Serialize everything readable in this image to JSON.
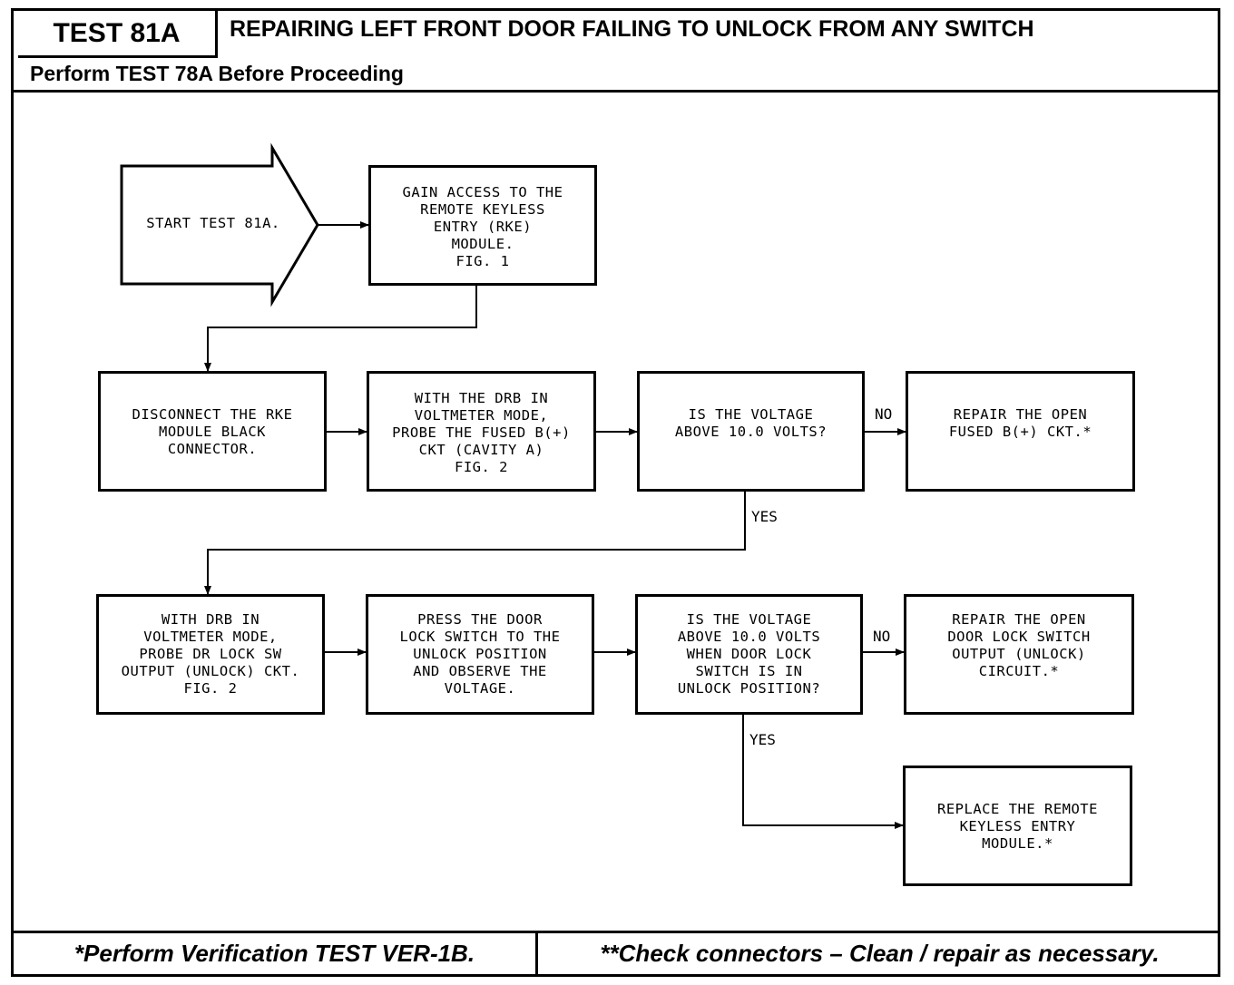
{
  "header": {
    "test_id": "TEST 81A",
    "title": "REPAIRING LEFT FRONT DOOR FAILING TO UNLOCK FROM ANY SWITCH",
    "subtitle": "Perform TEST 78A Before Proceeding"
  },
  "flowchart": {
    "start": "START TEST 81A.",
    "gain_access": "GAIN ACCESS TO THE\nREMOTE KEYLESS\nENTRY (RKE)\nMODULE.\nFIG. 1",
    "disconnect": "DISCONNECT THE RKE\nMODULE BLACK\nCONNECTOR.",
    "probe_fused": "WITH THE DRB IN\nVOLTMETER MODE,\nPROBE THE FUSED B(+)\nCKT (CAVITY A)\nFIG. 2",
    "q_voltage_1": "IS THE VOLTAGE\nABOVE 10.0 VOLTS?",
    "repair_fused": "REPAIR THE OPEN\nFUSED B(+) CKT.*",
    "probe_lock_sw": "WITH DRB IN\nVOLTMETER MODE,\nPROBE DR LOCK SW\nOUTPUT (UNLOCK) CKT.\nFIG. 2",
    "press_switch": "PRESS THE DOOR\nLOCK SWITCH TO THE\nUNLOCK POSITION\nAND OBSERVE THE\nVOLTAGE.",
    "q_voltage_2": "IS THE VOLTAGE\nABOVE 10.0 VOLTS\nWHEN DOOR LOCK\nSWITCH IS IN\nUNLOCK POSITION?",
    "repair_lock_sw": "REPAIR THE OPEN\nDOOR LOCK SWITCH\nOUTPUT (UNLOCK)\nCIRCUIT.*",
    "replace_module": "REPLACE THE REMOTE\nKEYLESS ENTRY\nMODULE.*",
    "label_no_1": "NO",
    "label_yes_1": "YES",
    "label_no_2": "NO",
    "label_yes_2": "YES"
  },
  "footer": {
    "left": "*Perform Verification TEST VER-1B.",
    "right": "**Check connectors – Clean / repair as necessary."
  }
}
